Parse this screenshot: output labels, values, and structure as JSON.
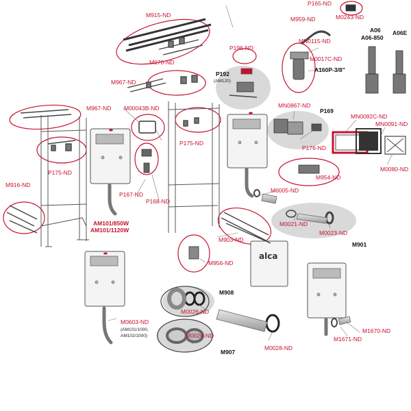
{
  "colors": {
    "accent": "#c8102e",
    "ink": "#111111",
    "part": "#9a9a9a",
    "ellipse": "#d9d9d9"
  },
  "labels": {
    "p165": "P165-ND",
    "m0243": "M0243-ND",
    "m915": "M915-ND",
    "m959": "M959-ND",
    "a06": "A06",
    "a06_850": "A06-850",
    "a06e": "A06E",
    "mn0115": "MN0115-ND",
    "p196": "P196-ND",
    "m970": "M970-ND",
    "m0017c": "M0017C-ND",
    "a160p": "A160P-3/8\"",
    "p192": "P192",
    "p192sub": "(AM120)",
    "m967_top": "M967-ND",
    "mn0867": "MN0867-ND",
    "p169": "P169",
    "mn0092c": "MN0092C-ND",
    "mn0091": "MN0091-ND",
    "m967_left": "M967-ND",
    "m0043b": "M00043B-ND",
    "p175_mid": "P175-ND",
    "p176": "P176-ND",
    "m0080": "M0080-ND",
    "p175_left": "P175-ND",
    "m954": "M954-ND",
    "m916": "M916-ND",
    "m0005": "M0005-ND",
    "p167": "P167-ND",
    "p168": "P168-ND",
    "m0021": "M0021-ND",
    "m0023": "M0023-ND",
    "m901": "M901",
    "am101_850": "AM101/850W",
    "am101_1120": "AM101/1120W",
    "m903": "M903-ND",
    "m956": "M956-ND",
    "m908": "M908",
    "m0026_a": "M0026-ND",
    "m0603": "M0603-ND",
    "m0603sub1": "(AM101/1000,",
    "m0603sub2": "AM102/1000)",
    "m0026_b": "M0026-ND",
    "m907": "M907",
    "m0028": "M0028-ND",
    "m1670": "M1670-ND",
    "m1671": "M1671-ND",
    "logo": "alca"
  },
  "icons": [
    "screw-icon",
    "bracket-icon",
    "cistern-icon",
    "frame-icon",
    "pipe-icon",
    "valve-icon",
    "seal-ring-icon",
    "flush-button-icon"
  ]
}
